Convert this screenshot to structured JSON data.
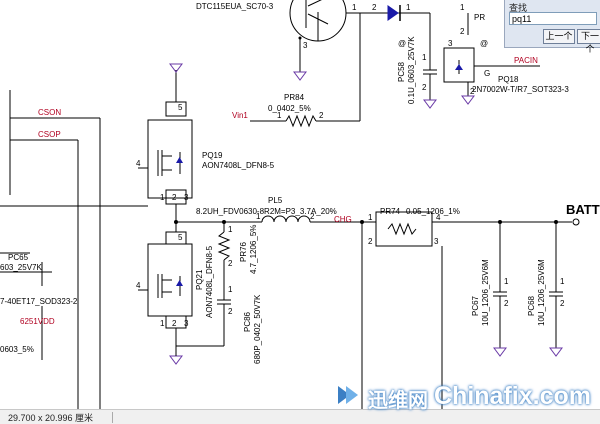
{
  "find": {
    "title": "查找",
    "query": "pq11",
    "prev_label": "上一个",
    "next_label": "下一个"
  },
  "status": {
    "dimensions": "29.700 x 20.996 厘米"
  },
  "watermark": {
    "cn": "迅维网",
    "en": "Chinafix.com"
  },
  "schematic": {
    "q_top_name": "DTC115EUA_SC70-3",
    "q_top_pin1": "1",
    "q_top_pin3": "3",
    "diode_pin2": "2",
    "diode_pin1": "1",
    "pr84": {
      "ref": "PR84",
      "value": "0_0402_5%",
      "pin1": "1",
      "pin2": "2"
    },
    "vin1": "Vin1",
    "pc58": {
      "ref": "PC58",
      "value": "0.1U_0603_25V7K",
      "pin1": "1",
      "pin2": "2"
    },
    "pr": {
      "ref": "PR",
      "pin1": "1",
      "pin2": "2"
    },
    "pq18": {
      "ref": "PQ18",
      "value": "2N7002W-T/R7_SOT323-3",
      "g": "G",
      "pin2": "2",
      "pin3": "3"
    },
    "pacin": "PACIN",
    "cson": "CSON",
    "csop": "CSOP",
    "pq19": {
      "ref": "PQ19",
      "value": "AON7408L_DFN8-5",
      "pin4": "4",
      "pin5": "5",
      "pin1": "1",
      "pin2": "2",
      "pin3": "3"
    },
    "pl5": {
      "ref": "PL5",
      "value": "8.2UH_FDV0630-8R2M=P3_3.7A_20%",
      "pin1": "1",
      "pin2": "2"
    },
    "chg": "CHG",
    "pr74": {
      "ref": "PR74",
      "value": "0.05_1206_1%",
      "pin1": "1",
      "pin2": "2",
      "pin3": "3",
      "pin4": "4"
    },
    "batt": "BATT",
    "pq21": {
      "ref": "PQ21",
      "value": "AON7408L_DFN8-5",
      "pin4": "4",
      "pin5": "5",
      "pin1": "1",
      "pin2": "2",
      "pin3": "3"
    },
    "pr76": {
      "ref": "PR76",
      "value": "4.7_1206_5%",
      "pin1": "1",
      "pin2": "2"
    },
    "pc86": {
      "ref": "PC86",
      "value": "680P_0402_50V7K",
      "pin1": "1",
      "pin2": "2"
    },
    "pc67": {
      "ref": "PC67",
      "value": "10U_1206_25V6M",
      "pin1": "1",
      "pin2": "2"
    },
    "pc68": {
      "ref": "PC68",
      "value": "10U_1206_25V6M",
      "pin1": "1",
      "pin2": "2"
    },
    "pc65": {
      "ref": "PC65",
      "value": "603_25V7K"
    },
    "diode_left": "7-40ET17_SOD323-2",
    "vdd": "6251VDD",
    "res_left": "0603_5%"
  }
}
